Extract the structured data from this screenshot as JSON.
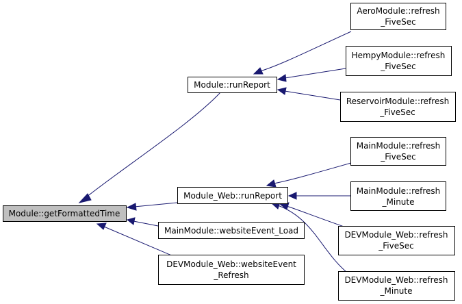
{
  "graph": {
    "root": {
      "lines": [
        "Module::getFormattedTime"
      ]
    },
    "run_report": {
      "lines": [
        "Module::runReport"
      ]
    },
    "aero_refresh": {
      "lines": [
        "AeroModule::refresh",
        "_FiveSec"
      ]
    },
    "hempy_refresh": {
      "lines": [
        "HempyModule::refresh",
        "_FiveSec"
      ]
    },
    "reservoir_refresh": {
      "lines": [
        "ReservoirModule::refresh",
        "_FiveSec"
      ]
    },
    "web_run_report": {
      "lines": [
        "Module_Web::runReport"
      ]
    },
    "main_refresh_fivesec": {
      "lines": [
        "MainModule::refresh",
        "_FiveSec"
      ]
    },
    "main_refresh_minute": {
      "lines": [
        "MainModule::refresh",
        "_Minute"
      ]
    },
    "dev_web_refresh_fivesec": {
      "lines": [
        "DEVModule_Web::refresh",
        "_FiveSec"
      ]
    },
    "dev_web_refresh_minute": {
      "lines": [
        "DEVModule_Web::refresh",
        "_Minute"
      ]
    },
    "main_website_event": {
      "lines": [
        "MainModule::websiteEvent_Load"
      ]
    },
    "dev_web_website_event": {
      "lines": [
        "DEVModule_Web::websiteEvent",
        "_Refresh"
      ]
    }
  },
  "colors": {
    "edge": "#191970",
    "root_fill": "#bfbfbf",
    "node_fill": "#ffffff",
    "node_border": "#000000"
  }
}
